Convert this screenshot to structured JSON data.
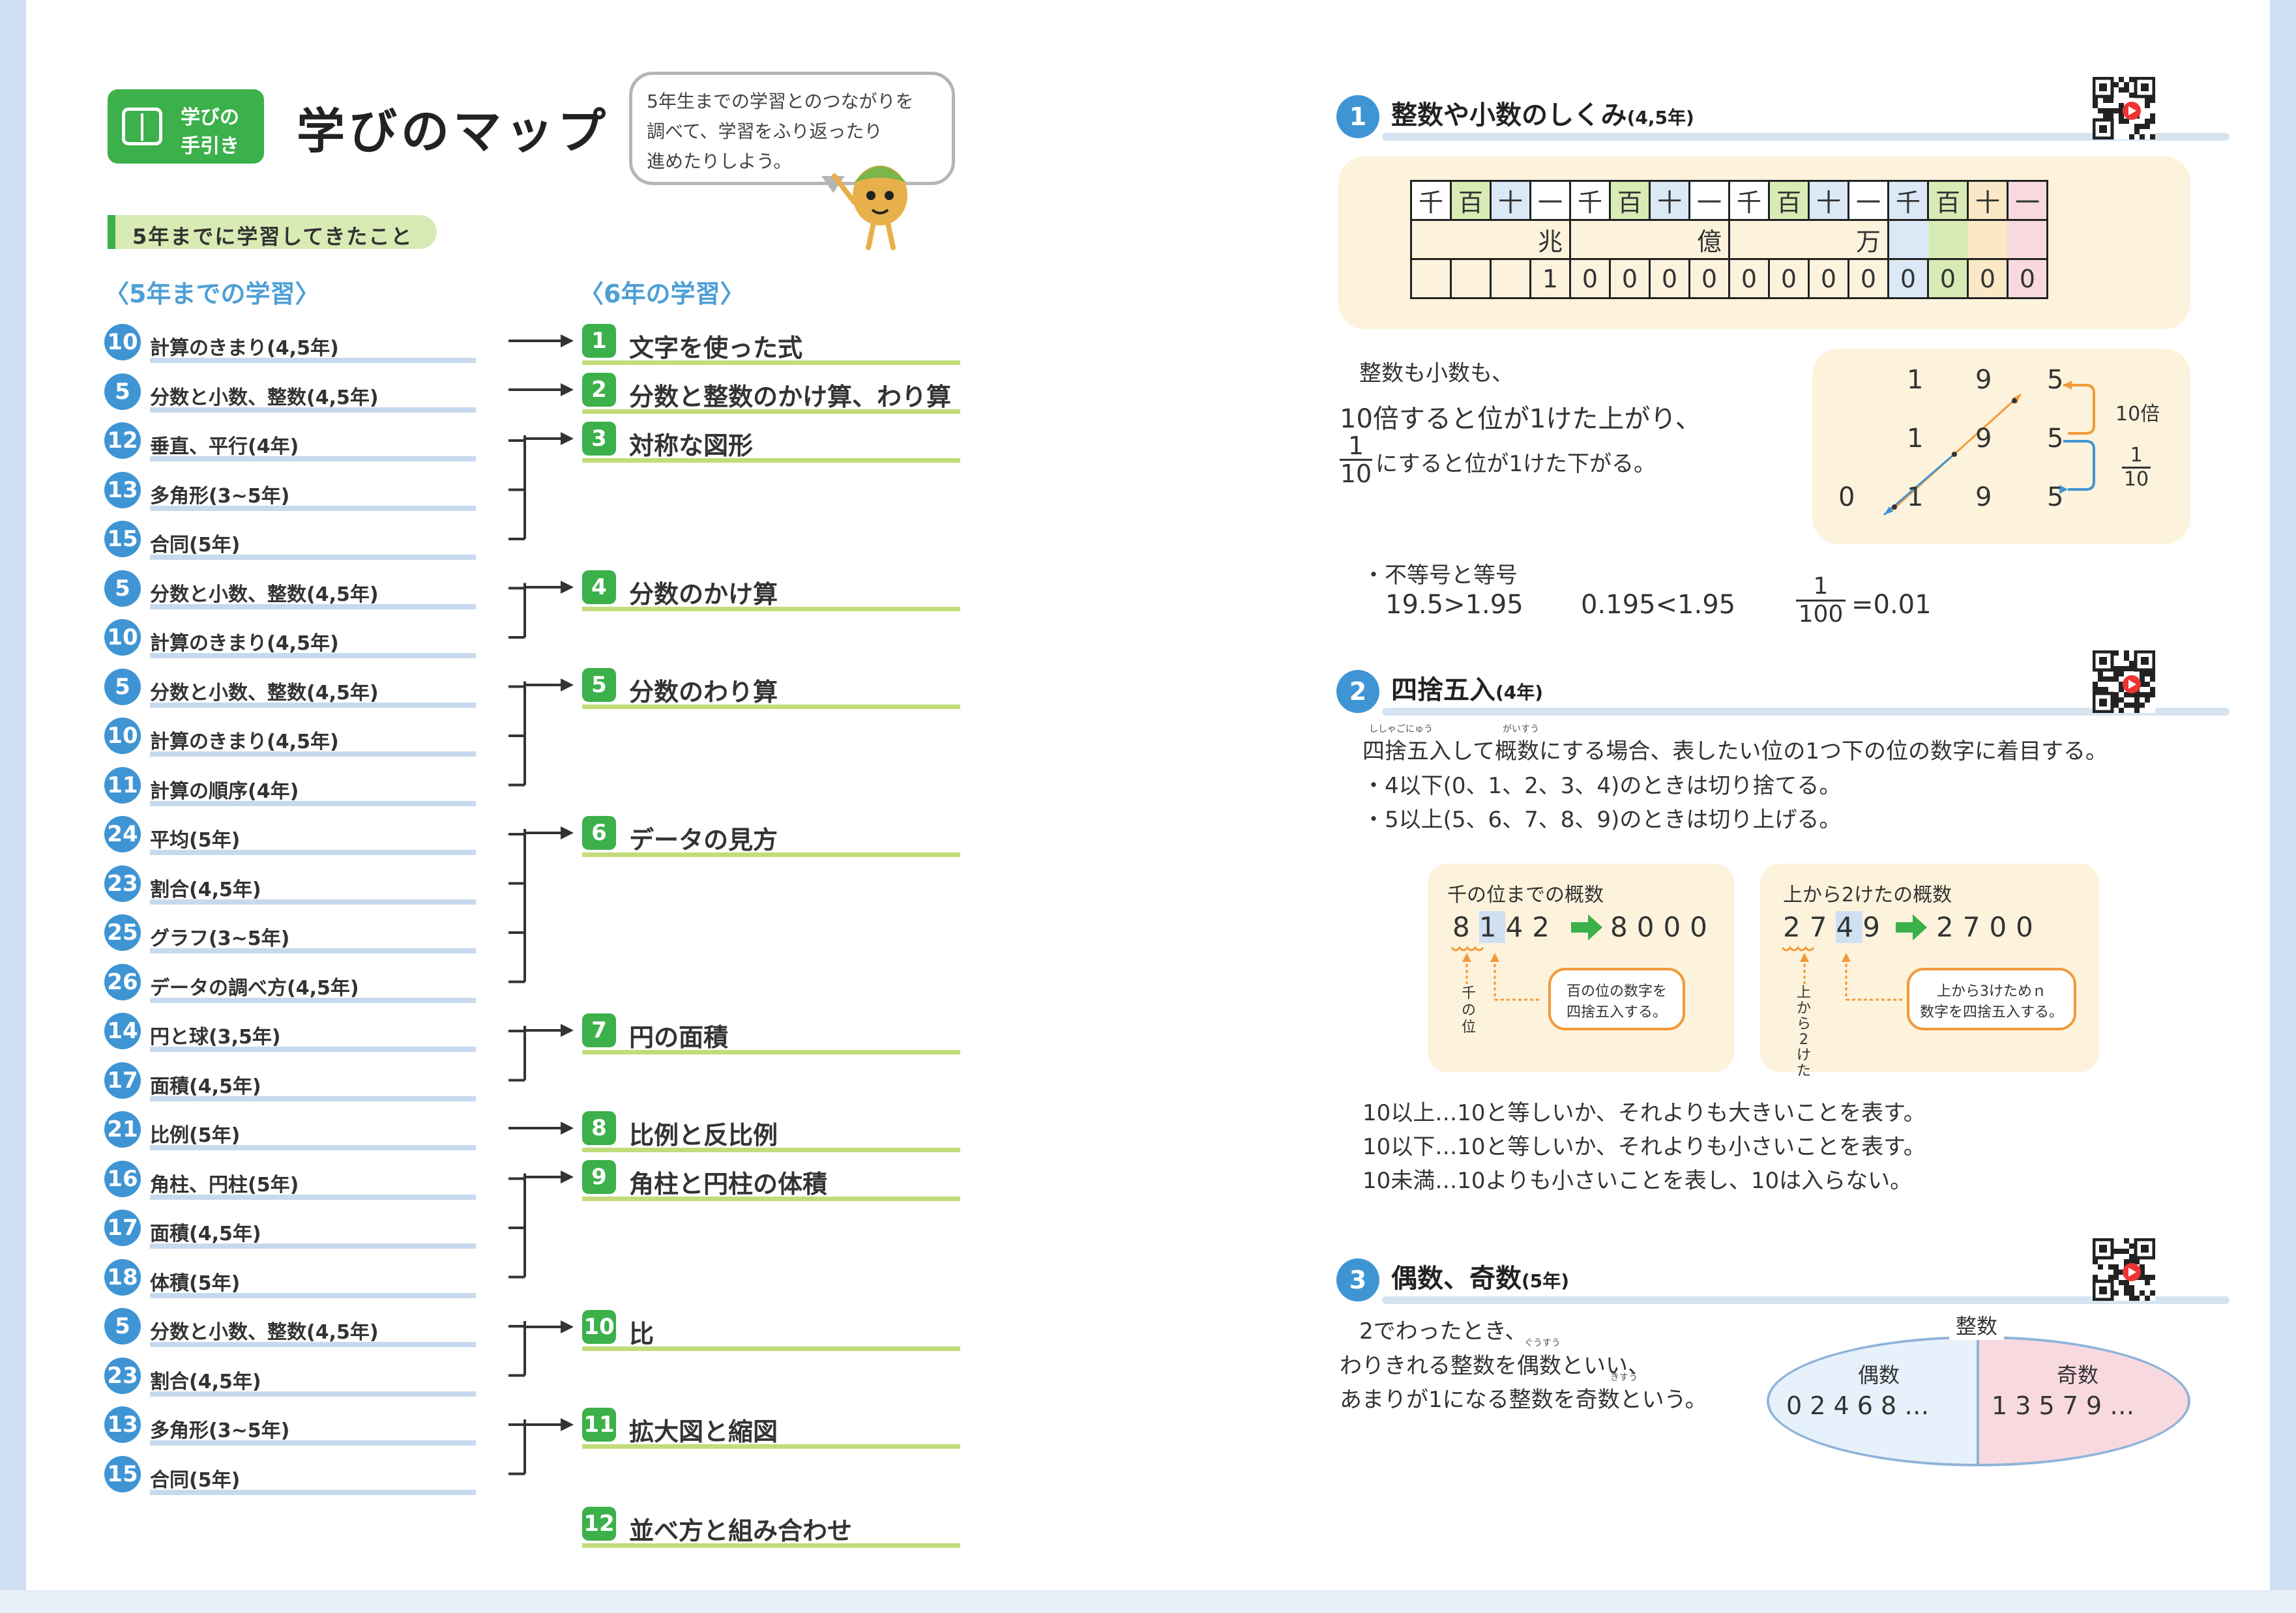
{
  "header": {
    "badge_line1": "学びの",
    "badge_line2": "手引き",
    "title": "学びのマップ",
    "bubble_lines": [
      "5年生までの学習とのつながりを",
      "調べて、学習をふり返ったり",
      "進めたりしよう。"
    ]
  },
  "subheading": "5年までに学習してきたこと",
  "col_prev": "〈5年までの学習〉",
  "col_new": "〈6年の学習〉",
  "prev_items": [
    {
      "num": "10",
      "label": "計算のきまり(4,5年)"
    },
    {
      "num": "5",
      "label": "分数と小数、整数(4,5年)"
    },
    {
      "num": "12",
      "label": "垂直、平行(4年)"
    },
    {
      "num": "13",
      "label": "多角形(3~5年)"
    },
    {
      "num": "15",
      "label": "合同(5年)"
    },
    {
      "num": "5",
      "label": "分数と小数、整数(4,5年)"
    },
    {
      "num": "10",
      "label": "計算のきまり(4,5年)"
    },
    {
      "num": "5",
      "label": "分数と小数、整数(4,5年)"
    },
    {
      "num": "10",
      "label": "計算のきまり(4,5年)"
    },
    {
      "num": "11",
      "label": "計算の順序(4年)"
    },
    {
      "num": "24",
      "label": "平均(5年)"
    },
    {
      "num": "23",
      "label": "割合(4,5年)"
    },
    {
      "num": "25",
      "label": "グラフ(3~5年)"
    },
    {
      "num": "26",
      "label": "データの調べ方(4,5年)"
    },
    {
      "num": "14",
      "label": "円と球(3,5年)"
    },
    {
      "num": "17",
      "label": "面積(4,5年)"
    },
    {
      "num": "21",
      "label": "比例(5年)"
    },
    {
      "num": "16",
      "label": "角柱、円柱(5年)"
    },
    {
      "num": "17",
      "label": "面積(4,5年)"
    },
    {
      "num": "18",
      "label": "体積(5年)"
    },
    {
      "num": "5",
      "label": "分数と小数、整数(4,5年)"
    },
    {
      "num": "23",
      "label": "割合(4,5年)"
    },
    {
      "num": "13",
      "label": "多角形(3~5年)"
    },
    {
      "num": "15",
      "label": "合同(5年)"
    }
  ],
  "new_items": [
    {
      "num": "1",
      "label": "文字を使った式"
    },
    {
      "num": "2",
      "label": "分数と整数のかけ算、わり算"
    },
    {
      "num": "3",
      "label": "対称な図形"
    },
    {
      "num": "4",
      "label": "分数のかけ算"
    },
    {
      "num": "5",
      "label": "分数のわり算"
    },
    {
      "num": "6",
      "label": "データの見方"
    },
    {
      "num": "7",
      "label": "円の面積"
    },
    {
      "num": "8",
      "label": "比例と反比例"
    },
    {
      "num": "9",
      "label": "角柱と円柱の体積"
    },
    {
      "num": "10",
      "label": "比"
    },
    {
      "num": "11",
      "label": "拡大図と縮図"
    },
    {
      "num": "12",
      "label": "並べ方と組み合わせ"
    }
  ],
  "sec1": {
    "num": "1",
    "title": "整数や小数のしくみ",
    "grade": "(4,5年)",
    "place_row": [
      "千",
      "百",
      "十",
      "一",
      "千",
      "百",
      "十",
      "一",
      "千",
      "百",
      "十",
      "一",
      "千",
      "百",
      "十",
      "一"
    ],
    "unit_row": [
      "兆",
      "億",
      "万",
      ""
    ],
    "digit_row": [
      "",
      "",
      "",
      "1",
      "0",
      "0",
      "0",
      "0",
      "0",
      "0",
      "0",
      "0",
      "0",
      "0",
      "0",
      "0"
    ],
    "text_line1": "整数も小数も、",
    "text_line2": "10倍すると位が1けた上がり、",
    "text_frac_num": "1",
    "text_frac_den": "10",
    "text_line3": "にすると位が1けた下がる。",
    "diagram": {
      "row1": [
        "1",
        "9",
        "5"
      ],
      "row2": [
        "1",
        "9",
        "5"
      ],
      "row3": [
        "0",
        "1",
        "9",
        "5"
      ],
      "times10": "10倍",
      "frac_num": "1",
      "frac_den": "10"
    },
    "ineq_head": "・不等号と等号",
    "ineq1": "19.5>1.95",
    "ineq2": "0.195<1.95",
    "ineq3_num": "1",
    "ineq3_den": "100",
    "ineq3_rest": "=0.01"
  },
  "sec2": {
    "num": "2",
    "title": "四捨五入",
    "grade": "(4年)",
    "line1": "四捨五入して概数にする場合、表したい位の1つ下の位の数字に着目する。",
    "ruby1": "ししゃごにゅう",
    "ruby2": "がいすう",
    "line2": "・4以下(0、1、2、3、4)のときは切り捨てる。",
    "line3": "・5以上(5、6、7、8、9)のときは切り上げる。",
    "box1": {
      "title": "千の位までの概数",
      "digits": [
        "8",
        "1",
        "4",
        "2"
      ],
      "result": "8000",
      "vert": "千の位",
      "note1": "百の位の数字を",
      "note2": "四捨五入する。"
    },
    "box2": {
      "title": "上から2けたの概数",
      "digits": [
        "2",
        "7",
        "4",
        "9"
      ],
      "result": "2700",
      "vert": "上から2けた",
      "note1": "上から3けためｎ",
      "note2": "数字を四捨五入する。"
    },
    "def1": "10以上…10と等しいか、それよりも大きいことを表す。",
    "def2": "10以下…10と等しいか、それよりも小さいことを表す。",
    "def3": "10未満…10よりも小さいことを表し、10は入らない。"
  },
  "sec3": {
    "num": "3",
    "title": "偶数、奇数",
    "grade": "(5年)",
    "line1": "2でわったとき、",
    "line2": "わりきれる整数を偶数といい、",
    "line3": "あまりが1になる整数を奇数という。",
    "ruby_even": "ぐうすう",
    "ruby_odd": "きすう",
    "set_label": "整数",
    "even_label": "偶数",
    "even_values": "0 2 4 6 8 …",
    "odd_label": "奇数",
    "odd_values": "1 3 5 7 9 …"
  },
  "colors": {
    "green": "#3cb04a",
    "blue": "#3f95d4",
    "light_green": "#c3dc7b",
    "light_blue": "#c7d9ee",
    "orange": "#f29a3a",
    "cream": "#fdf3dc"
  }
}
